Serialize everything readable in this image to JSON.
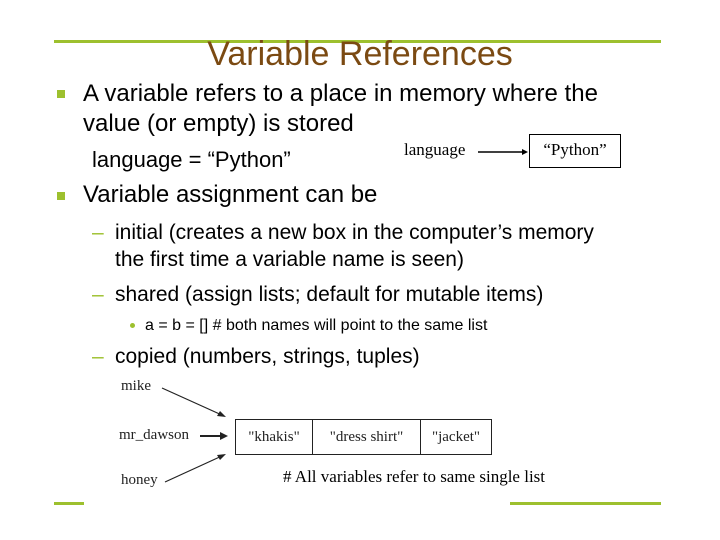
{
  "slide": {
    "title": "Variable References",
    "accent_color": "#9dc02e",
    "title_color": "#7b4a12",
    "bullets": [
      {
        "text_line1": "A variable refers to a place in memory where the",
        "text_line2": "value (or empty) is stored",
        "example_code": "language = “Python”"
      },
      {
        "text": "Variable assignment can be",
        "sub": [
          {
            "line1": "initial (creates a new box in the computer’s memory",
            "line2": "the first time a variable name is seen)"
          },
          {
            "line1": "shared (assign lists; default for mutable items)",
            "sub": [
              "a = b = [] # both names will point to the same list"
            ]
          },
          {
            "line1": "copied  (numbers, strings, tuples)"
          }
        ]
      }
    ],
    "diagram1": {
      "variable": "language",
      "value": "“Python”"
    },
    "diagram2": {
      "variables": [
        "mike",
        "mr_dawson",
        "honey"
      ],
      "list_items": [
        "\"khakis\"",
        "\"dress shirt\"",
        "\"jacket\""
      ],
      "caption": "# All variables refer to same single list"
    }
  }
}
